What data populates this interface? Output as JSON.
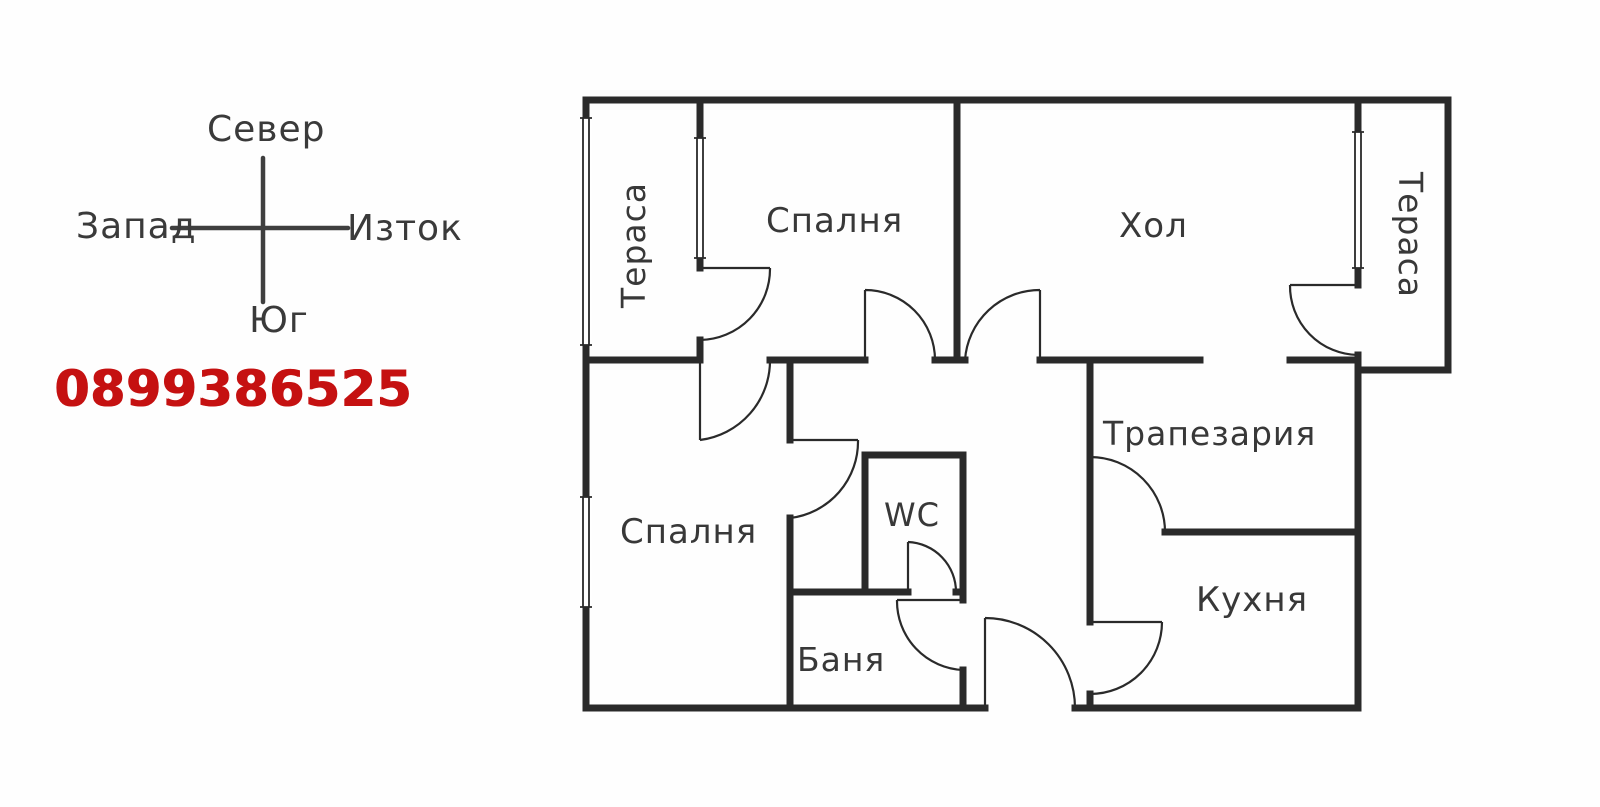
{
  "compass": {
    "north": "Север",
    "west": "Запад",
    "east": "Изток",
    "south": "Юг"
  },
  "phone": "0899386525",
  "floorplan": {
    "rooms": {
      "terrace_left": "Тераса",
      "bedroom_top": "Спалня",
      "living_room": "Хол",
      "terrace_right": "Тераса",
      "dining_room": "Трапезария",
      "bedroom_bottom": "Спалня",
      "wc": "WC",
      "bathroom": "Баня",
      "kitchen": "Кухня"
    },
    "colors": {
      "wall": "#2a2a2a",
      "label_text": "#383838",
      "phone_red": "#c51111",
      "background": "#ffffff"
    }
  }
}
